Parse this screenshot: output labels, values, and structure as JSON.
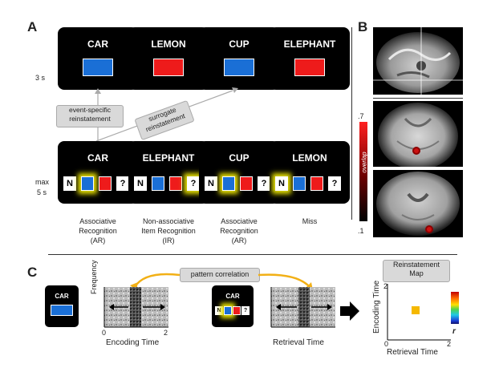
{
  "panels": {
    "a": "A",
    "b": "B",
    "c": "C"
  },
  "panel_a": {
    "timing_top": "3 s",
    "timing_bottom_1": "max",
    "timing_bottom_2": "5 s",
    "encoding_words": [
      "CAR",
      "LEMON",
      "CUP",
      "ELEPHANT"
    ],
    "retrieval_words": [
      "CAR",
      "ELEPHANT",
      "CUP",
      "LEMON"
    ],
    "option_new": "N",
    "option_unsure": "?",
    "callout_event_specific": [
      "event-specific",
      "reinstatement"
    ],
    "callout_surrogate": [
      "surrogate",
      "reinstatement"
    ],
    "conditions": [
      [
        "Associative",
        "Recognition",
        "(AR)"
      ],
      [
        "Non-associative",
        "Item Recognition",
        "(IR)"
      ],
      [
        "Associative",
        "Recognition",
        "(AR)"
      ],
      [
        "Miss"
      ]
    ],
    "colors": {
      "blue": "#1a6fd6",
      "red": "#ee1b1b",
      "glow": "#e6e000"
    }
  },
  "panel_b": {
    "scale_max": ".7",
    "scale_min": ".1",
    "scale_label": "overlap"
  },
  "panel_c": {
    "callout_pattern": "pattern correlation",
    "enc_word": "CAR",
    "ret_word": "CAR",
    "enc_ylabel": "Frequency",
    "enc_xlabel": "Encoding Time",
    "ret_xlabel": "Retrieval Time",
    "axis_zero": "0",
    "axis_two": "2",
    "map_title": [
      "Reinstatement",
      "Map"
    ],
    "map_ylabel": "Encoding Time",
    "map_xlabel": "Retrieval Time",
    "map_y_two": "2",
    "map_x_zero": "0",
    "map_x_two": "2",
    "r_label": "r"
  }
}
